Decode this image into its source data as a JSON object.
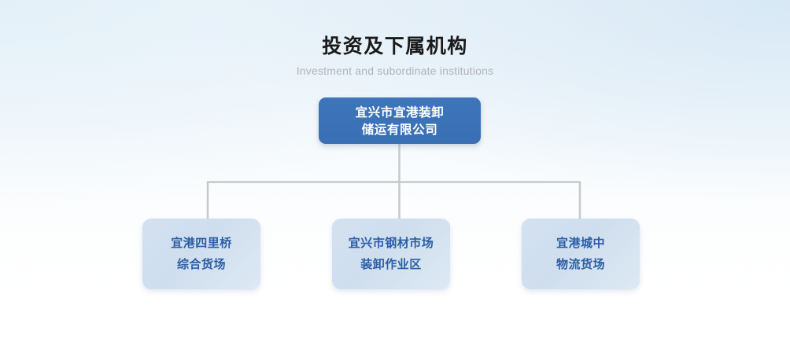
{
  "header": {
    "title": "投资及下属机构",
    "subtitle": "Investment and subordinate institutions"
  },
  "colors": {
    "root_node_fill": "#3a71b8",
    "root_node_text": "#ffffff",
    "child_node_fill": "#cfdeee",
    "child_node_text": "#2a5ea6",
    "connector_line": "#c6c9cc",
    "title_text": "#1a1a1a",
    "subtitle_text": "#b0b4b8",
    "background_top": "#e9f1f8",
    "background_bottom": "#ffffff"
  },
  "org_chart": {
    "root": {
      "label": "宜兴市宜港装卸\n储运有限公司",
      "line1": "宜兴市宜港装卸",
      "line2": "储运有限公司"
    },
    "children": [
      {
        "label": "宜港四里桥\n综合货场",
        "line1": "宜港四里桥",
        "line2": "综合货场"
      },
      {
        "label": "宜兴市钢材市场\n装卸作业区",
        "line1": "宜兴市钢材市场",
        "line2": "装卸作业区"
      },
      {
        "label": "宜港城中\n物流货场",
        "line1": "宜港城中",
        "line2": "物流货场"
      }
    ]
  }
}
